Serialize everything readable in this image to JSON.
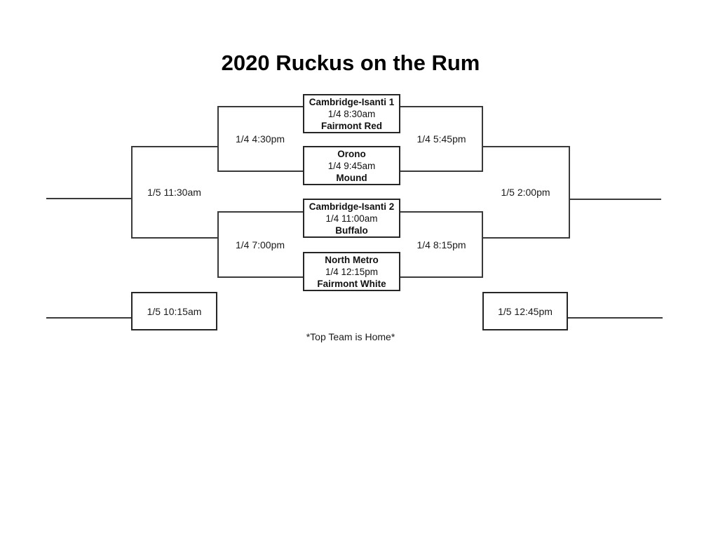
{
  "page": {
    "title": "2020 Ruckus on the Rum",
    "footnote": "*Top Team is Home*"
  },
  "games": [
    {
      "top_team": "Cambridge-Isanti 1",
      "time": "1/4 8:30am",
      "bottom_team": "Fairmont Red"
    },
    {
      "top_team": "Orono",
      "time": "1/4 9:45am",
      "bottom_team": "Mound"
    },
    {
      "top_team": "Cambridge-Isanti 2",
      "time": "1/4 11:00am",
      "bottom_team": "Buffalo"
    },
    {
      "top_team": "North Metro",
      "time": "1/4 12:15pm",
      "bottom_team": "Fairmont White"
    }
  ],
  "labels": {
    "semi_left_top": "1/4 4:30pm",
    "semi_left_bottom": "1/4 7:00pm",
    "final_left": "1/5 11:30am",
    "consolation_left": "1/5 10:15am",
    "semi_right_top": "1/4 5:45pm",
    "semi_right_bottom": "1/4 8:15pm",
    "final_right": "1/5 2:00pm",
    "consolation_right": "1/5 12:45pm"
  },
  "colors": {
    "background": "#ffffff",
    "line": "#3a3a3a",
    "box_border": "#262626",
    "text": "#111111"
  }
}
